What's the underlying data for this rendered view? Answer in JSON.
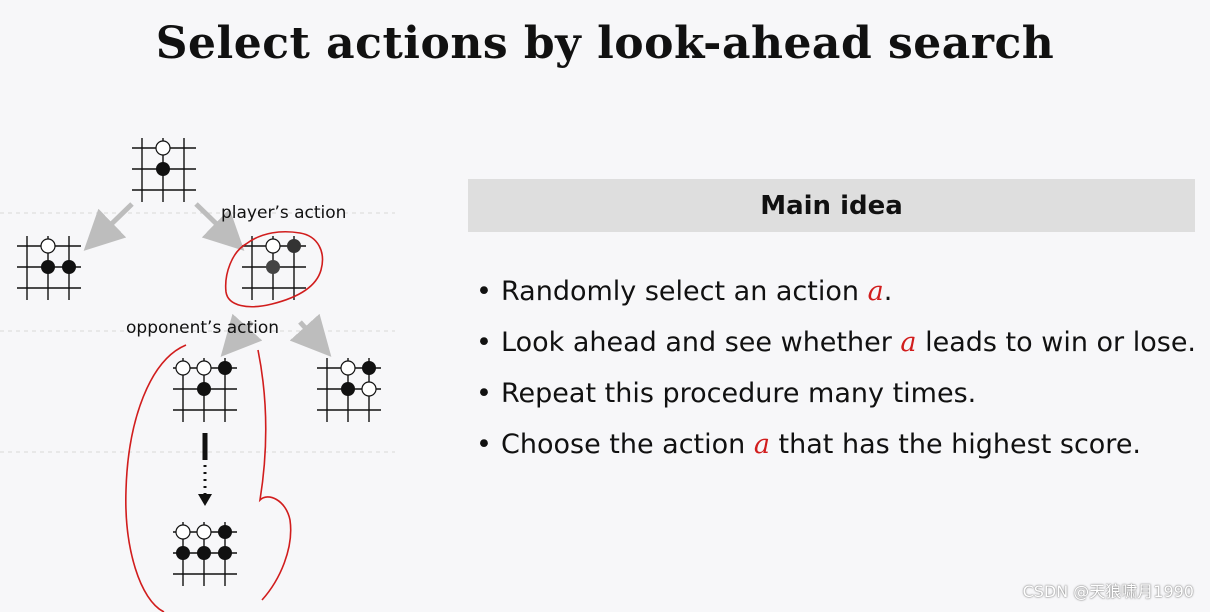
{
  "title": "Select actions by look-ahead search",
  "diagram": {
    "label_player": "player’s action",
    "label_opponent": "opponent’s action"
  },
  "panel": {
    "heading": "Main idea"
  },
  "bullets": [
    {
      "pre": "Randomly select an action ",
      "var": "a",
      "post": "."
    },
    {
      "pre": "Look ahead and see whether ",
      "var": "a",
      "post": " leads to win or lose."
    },
    {
      "pre": "Repeat this procedure many times.",
      "var": "",
      "post": ""
    },
    {
      "pre": "Choose the action ",
      "var": "a",
      "post": " that has the highest score."
    }
  ],
  "watermark": "CSDN @天狼啸月1990",
  "colors": {
    "annotation_red": "#d11d1d",
    "panel_bg": "#dedede",
    "arrow_gray": "#bdbdbd"
  }
}
